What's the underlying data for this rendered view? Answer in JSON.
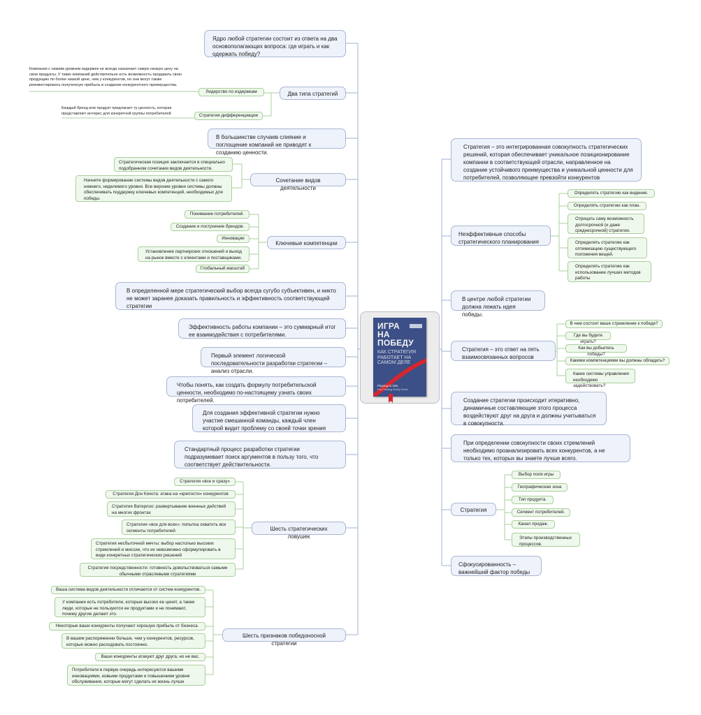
{
  "center": {
    "title_line1": "ИГРА",
    "title_line2": "НА",
    "title_line3": "ПОБЕДУ",
    "subtitle": "КАК СТРАТЕГИЯ РАБОТАЕТ НА САМОМ ДЕЛЕ",
    "english_title": "Playing to Win:",
    "english_subtitle": "How Strategy Really Works"
  },
  "left": {
    "core_question": "Ядро любой стратегии состоит из ответа на два основополагающих вопроса: где играть и как одержать победу?",
    "two_types": {
      "label": "Два типа стратегий",
      "children": [
        {
          "label": "Лидерство по издержкам",
          "note": "Компания с низким уровнем издержек не всегда назначает самую низкую цену на свои продукты. У таких компаний действительно есть возможность продавать свою продукцию по более низкой цене, чем у конкурентов, но они могут также реинвестировать полученную прибыль в создание конкурентного преимущества."
        },
        {
          "label": "Стратегия дифференциации",
          "note": "Каждый бренд или продукт предлагает ту ценность, которая представляет интерес для конкретной группы потребителей"
        }
      ]
    },
    "mergers": "В большинстве случаев слияние и поглощение компаний не приводят к созданию ценности.",
    "activities": {
      "label": "Сочетание видов деятельности",
      "children": [
        "Стратегическая позиция заключается в специально подобранном сочетании видов деятельности.",
        "Начните формирование системы видов деятельности с самого нижнего, неделимого уровня. Все верхние уровни системы должны обеспечивать поддержку ключевых компетенций, необходимых для победы."
      ]
    },
    "competencies": {
      "label": "Ключевые компетенции",
      "children": [
        "Понимание потребителей.",
        "Создание и построение брендов.",
        "Инновации",
        "Установление партнерских отношений и выход на рынок вместе с клиентами и поставщиками.",
        "Глобальный масштаб"
      ]
    },
    "subjective": "В определенной мере стратегический выбор всегда сугубо субъективен, и никто не может заранее доказать правильность и эффективность соответствующей стратегии",
    "efficiency": "Эффективность работы компании – это суммарный итог ее взаимодействия с потребителями.",
    "first_element": "Первый элемент логической последовательности разработки стратегии – анализ отрасли.",
    "consumer_value": "Чтобы понять, как создать формулу потребительской ценности, необходимо по-настоящему узнать своих потребителей.",
    "mixed_team": "Для создания эффективной стратегии нужно участие смешанной команды, каждый член которой видит проблему со своей точки зрения",
    "standard_process": "Стандартный процесс разработки стратегии подразумевает поиск аргументов в пользу того, что соответствует действительности.",
    "traps": {
      "label": "Шесть стратегических ловушек",
      "children": [
        "Стратегия «все и сразу»",
        "Стратегия Дон Кихота: атака на «крепости» конкурентов",
        "Стратегия Ватерлоо: развертывание военных действий на многих фронтах",
        "Стратегия «все для всех»: попытка охватить все сегменты потребителей",
        "Стратегия несбыточной мечты: выбор настолько высоких стремлений и миссии, что их невозможно сформулировать в виде конкретных стратегических решений",
        "Стратегия посредственности: готовность довольствоваться самыми обычными отраслевыми стратегиями"
      ]
    },
    "signs": {
      "label": "Шесть признаков победоносной стратегии",
      "children": [
        "Ваша система видов деятельности отличается от систем конкурентов.",
        "У компании есть потребители, которые высоко ее ценят, а также люди, которые не пользуются ее продуктами и не понимают, почему другие делают это.",
        "Некоторые ваши конкуренты получают хорошую прибыль от бизнеса.",
        "В вашем распоряжении больше, чем у конкурентов, ресурсов, которые можно расходовать постоянно.",
        "Ваши конкуренты атакуют друг друга, но не вас.",
        "Потребители в первую очередь интересуются вашими инновациями, новыми продуктами и повышением уровня обслуживания, которые могут сделать их жизнь лучше"
      ]
    }
  },
  "right": {
    "definition": "Стратегия – это интегрированная совокупность стратегических решений, которая обеспечивает уникальное позиционирование компании в соответствующей отрасли, направленное на создание устойчивого преимущества и уникальной ценности для потребителей, позволяющее превзойти конкурентов",
    "ineffective": {
      "label": "Неэффективные способы стратегического планирования",
      "children": [
        "Определять стратегию как видение.",
        "Определять стратегию как план.",
        "Отрицать саму возможность долгосрочной (и даже среднесрочной) стратегии.",
        "Определять стратегию как оптимизацию существующего положения вещей.",
        "Определять стратегию как использование лучших методов работы"
      ]
    },
    "winning_idea": "В центре любой стратегии должна лежать идея победы.",
    "five_questions": {
      "label": "Стратегия – это ответ на пять взаимосвязанных вопросов",
      "children": [
        "В чем состоит ваше стремление к победе?",
        "Где вы будете играть?",
        "Как вы добьетесь победы?",
        "Какими компетенциями вы должны обладать?",
        "Какие системы управления необходимо задействовать?"
      ]
    },
    "iterative": "Создание стратегии происходит итеративно, динамичные составляющие этого процесса воздействуют друг на друга и должны учитываться в совокупности.",
    "all_competitors": "При определении совокупности своих стремлений необходимо проанализировать всех конкурентов, а не только тех, которых вы знаете лучше всего.",
    "strategy": {
      "label": "Стратегия",
      "children": [
        "Выбор поля игры",
        "Географическая зона",
        "Тип продукта.",
        "Сегмент потребителей.",
        "Канал продаж.",
        "Этапы производственных процессов."
      ]
    },
    "focus": "Сфокусированность – важнейший фактор победы"
  },
  "colors": {
    "main_fill": "#eef2fb",
    "main_border": "#a9b6d2",
    "sub_fill": "#eff8ec",
    "sub_border": "#a9cf9c",
    "book_cover": "#3c4f86",
    "accent_red": "#d6262d",
    "center_fill": "#ececec"
  }
}
